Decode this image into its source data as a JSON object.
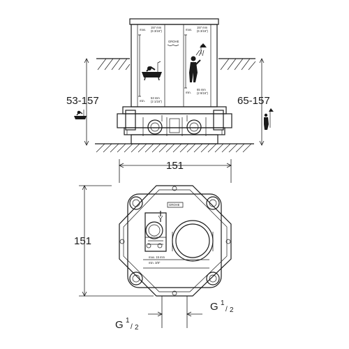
{
  "dimensions": {
    "left_height": "53-157",
    "right_height": "65-157",
    "top_width": "151",
    "side_height": "151",
    "thread_left": "G",
    "thread_right": "G",
    "thread_fraction_num": "1",
    "thread_fraction_den": "2"
  },
  "panel": {
    "left_max": "max.",
    "left_max_val": "157 mm",
    "left_max_in": "(6 3/16\")",
    "left_min": "min.",
    "left_min_val": "53 mm",
    "left_min_in": "(2 1/16\")",
    "right_max": "max.",
    "right_max_val": "157 mm",
    "right_max_in": "(6 3/16\")",
    "right_min": "min.",
    "right_min_val": "65 mm",
    "right_min_in": "(2 9/16\")",
    "brand": "GROHE"
  },
  "body_label": {
    "line1": "max. 15 mm",
    "line2": "min. 3/8\""
  },
  "icons": [
    "bathtub-icon",
    "shower-icon"
  ]
}
